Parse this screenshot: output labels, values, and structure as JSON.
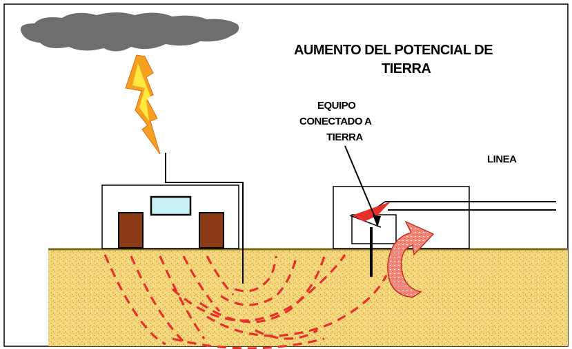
{
  "title_line1": "AUMENTO DEL POTENCIAL DE",
  "title_line2": "TIERRA",
  "equipo_label_line1": "EQUIPO",
  "equipo_label_line2": "CONECTADO A",
  "equipo_label_line3": "TIERRA",
  "linea_label": "LINEA",
  "colors": {
    "cloud": "#6e6e6e",
    "soil": "#f2d27a",
    "ground_line": "#6e7a2c",
    "current_lines": "#e8302a",
    "door": "#8a3a14",
    "window": "#c9f0f4",
    "arrow": "#f08070",
    "lightning_outer": "#f4a020",
    "lightning_inner": "#ffe840"
  }
}
